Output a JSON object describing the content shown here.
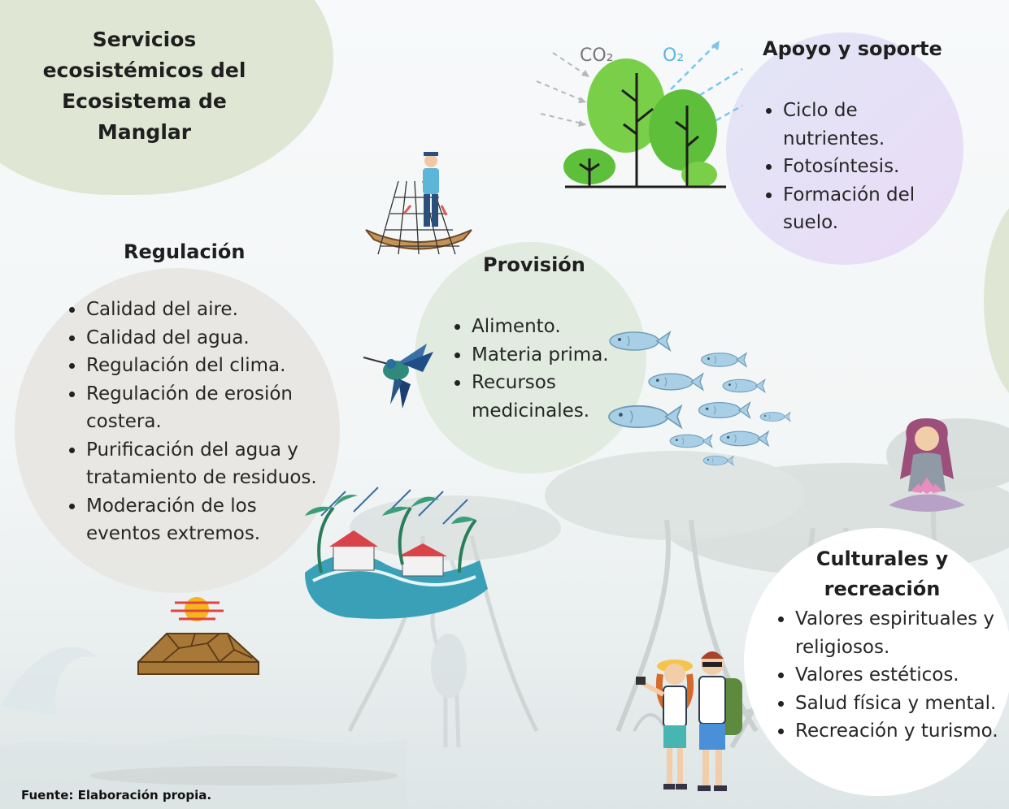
{
  "title": "Servicios ecosistémicos del Ecosistema de Manglar",
  "sections": {
    "apoyo": {
      "heading": "Apoyo y soporte",
      "items": [
        "Ciclo de nutrientes.",
        "Fotosíntesis.",
        "Formación del suelo."
      ]
    },
    "regulacion": {
      "heading": "Regulación",
      "items": [
        "Calidad del aire.",
        "Calidad del agua.",
        "Regulación del clima.",
        "Regulación de erosión costera.",
        "Purificación del agua y tratamiento de residuos.",
        "Moderación de los eventos extremos."
      ]
    },
    "provision": {
      "heading": "Provisión",
      "items": [
        "Alimento.",
        "Materia prima.",
        "Recursos medicinales."
      ]
    },
    "culturales": {
      "heading": "Culturales y recreación",
      "items": [
        "Valores espirituales y religiosos.",
        "Valores estéticos.",
        "Salud física y mental.",
        "Recreación y turismo."
      ]
    }
  },
  "tree_labels": {
    "co2": "CO₂",
    "o2": "O₂"
  },
  "source": "Fuente: Elaboración propia.",
  "colors": {
    "title_blob": "#dfe6d4",
    "apoyo_circle_start": "#e2e6f7",
    "apoyo_circle_end": "#eadbf5",
    "regulacion_circle": "#e7e6e1",
    "provision_circle": "#e1ebdf",
    "culturales_circle": "#ffffff",
    "tree_green": "#5dbf3a",
    "fish_blue": "#a9cfe6",
    "o2_blue": "#5eb6de"
  },
  "icons": [
    "tree-co2-o2-illustration",
    "fisherman-boat-illustration",
    "hummingbird-illustration",
    "fish-school-illustration",
    "storm-flood-illustration",
    "cracked-earth-sun-illustration",
    "meditating-woman-illustration",
    "tourists-couple-illustration",
    "mangrove-background-illustration"
  ]
}
